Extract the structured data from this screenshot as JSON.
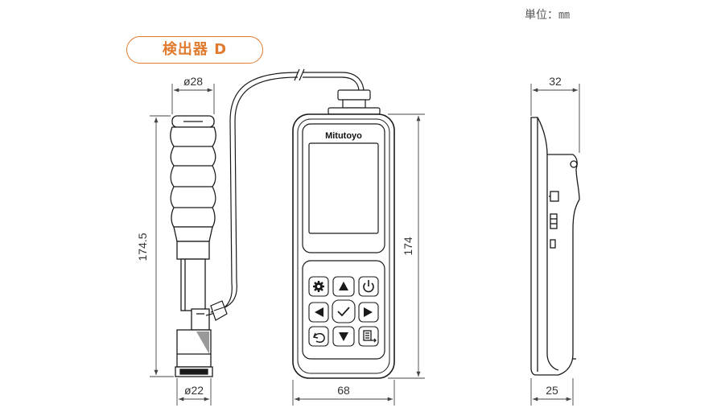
{
  "unit_label": "単位：㎜",
  "title_badge": "検出器 D",
  "brand": "Mitutoyo",
  "dimensions": {
    "probe_top_dia": "ø28",
    "probe_bottom_dia": "ø22",
    "probe_length": "174.5",
    "body_width": "68",
    "body_height": "174",
    "side_top_depth": "32",
    "side_bottom_depth": "25"
  },
  "keypad_icons": [
    "gear-icon",
    "arrow-up-icon",
    "power-icon",
    "arrow-left-icon",
    "check-icon",
    "arrow-right-icon",
    "back-icon",
    "arrow-down-icon",
    "menu-icon"
  ],
  "colors": {
    "accent": "#e07a2e",
    "line": "#1a1a1a",
    "dim": "#444444"
  }
}
